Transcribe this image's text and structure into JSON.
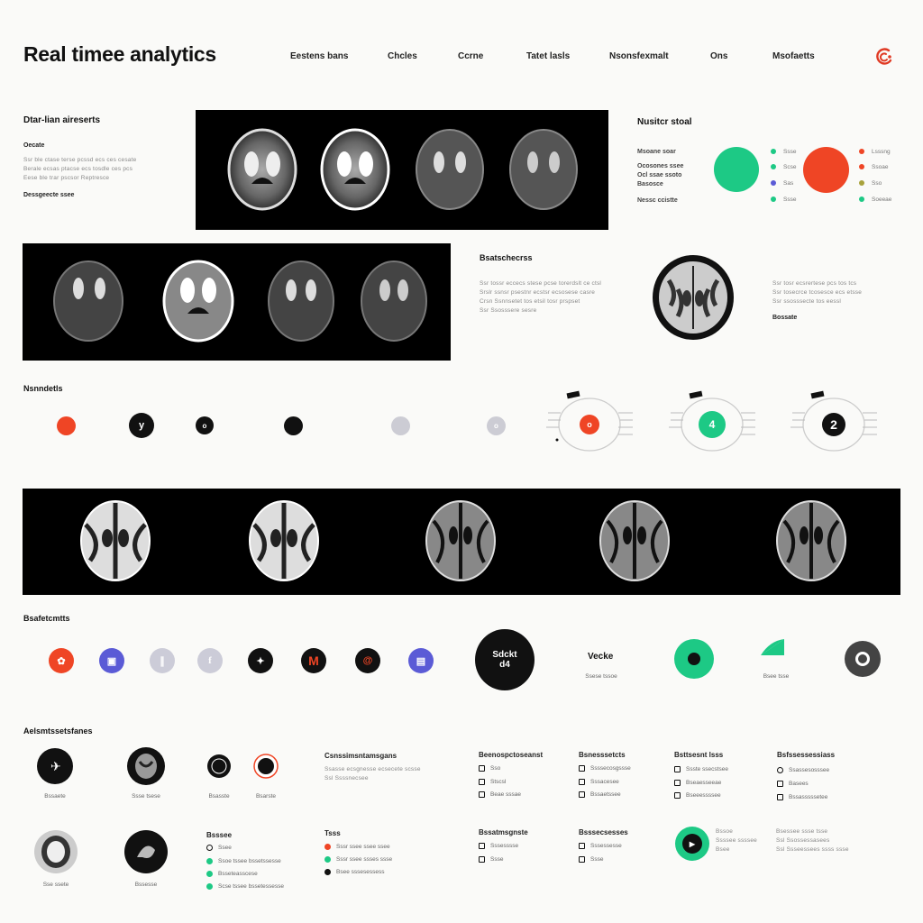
{
  "header": {
    "title": "Real timee analytics",
    "nav": [
      "Eestens bans",
      "Chcles",
      "Ccrne",
      "Tatet lasls",
      "Nsonsfexmalt",
      "Ons",
      "Msofaetts"
    ]
  },
  "left_info": {
    "heading": "Dtar-lian aireserts",
    "subhead": "Oecate",
    "lines": [
      "Ssr ble ctase terse pcssd ecs ces cesate",
      "Berale ecsas ptacse ecs tosdle ces pcs",
      "Eese ble trar pscsor Reptresce"
    ],
    "footer": "Dessgeecte ssee"
  },
  "right_info": {
    "heading": "Nusitcr stoal",
    "labels": [
      "Msoane soar",
      "Ocosones ssee",
      "Ocl ssae ssoto",
      "Basosce",
      "Nessc ccistte"
    ],
    "legend_left": [
      "Ssse",
      "Scse",
      "Sas",
      "Ssse"
    ],
    "legend_right": [
      "Lsssng",
      "Ssoae",
      "Sso",
      "Soeeae"
    ],
    "colors": {
      "green": "#1dc985",
      "red": "#ef4525",
      "purple": "#5b5bd6",
      "olive": "#a8a23c"
    }
  },
  "mid_info": {
    "heading": "Bsatschecrss",
    "lines": [
      "Ssr tossr eccecs stese pcse torerdslt ce ctsl",
      "Srslr ssnsr psestnr ecstsr ecsosese casre",
      "Crsn Ssnnsetet tos etsil tosr prspset",
      "Ssr Ssosssere sesre"
    ]
  },
  "right_info2": {
    "lines": [
      "Ssr tosr ecsrertese pcs tos tcs",
      "Ssr tosecrce tcosesce ecs etsse",
      "Ssr ssosssecte tos eessl"
    ],
    "footer": "Bossate"
  },
  "notes_row": {
    "heading": "Nsnndetls",
    "icons": [
      "",
      "y",
      "o",
      "",
      "",
      "o"
    ],
    "dials": [
      "o",
      "4",
      "2"
    ]
  },
  "social_row": {
    "heading": "Bsafetcmtts",
    "big_label": "Sdckt\nd4",
    "verb_label": "Vecke",
    "verb_sub": "Ssese tssoe",
    "icon_sub": "Bsee tsse"
  },
  "bottom": {
    "heading": "Aelsmtssetsfanes",
    "thumb_labels": [
      "Bssaete",
      "Ssse tsese",
      "Bsasste",
      "Bsarste"
    ],
    "thumb_labels2": [
      "Sse ssete",
      "Bssesse"
    ],
    "col1": {
      "title": "Csnssimsntamsgans",
      "lines": [
        "Ssasse ecsgnesse ecsecete scsse",
        "Ssl Ssssnecsee"
      ]
    },
    "col2": {
      "title": "Beenospctoseanst",
      "items": [
        "Sso",
        "Stscsl",
        "Beae sssae"
      ]
    },
    "col3": {
      "title": "Bsnesssetcts",
      "items": [
        "Ssssecosgssse",
        "Sssacesee",
        "Bssaetssee"
      ]
    },
    "col4": {
      "title": "Bsttsesnt lsss",
      "items": [
        "Ssste ssecstsee",
        "Bseaesseeae",
        "Bseeessssee"
      ]
    },
    "col5": {
      "title": "Bsfssessessiass",
      "items": [
        "Ssassesosssee",
        "Basees",
        "Bssasssssetee"
      ]
    },
    "col6": {
      "title": "Bsssee",
      "items": [
        "Ssee",
        "Ssoe tssee bssetssesse",
        "Bsseteasscese",
        "Scse tssee bssetessesse"
      ]
    },
    "col7": {
      "title": "Tsss",
      "items": [
        "Sssr ssee ssee ssee",
        "Sssr ssee ssses ssse",
        "Bsee sssesessess"
      ]
    },
    "col8": {
      "title": "Bssatmsgnste",
      "items": [
        "Sssesssse",
        "Ssse"
      ]
    },
    "col9": {
      "title": "Bsssecsesses",
      "items": [
        "Sssessesse",
        "Ssse"
      ]
    },
    "col10": {
      "items": [
        "Bssoe",
        "Ssssee ssssee",
        "Bsee"
      ]
    },
    "col11": {
      "items": [
        "Bsessee ssse tsse",
        "Ssl Ssossessasees",
        "Ssl Ssseessees ssss ssse"
      ]
    }
  }
}
